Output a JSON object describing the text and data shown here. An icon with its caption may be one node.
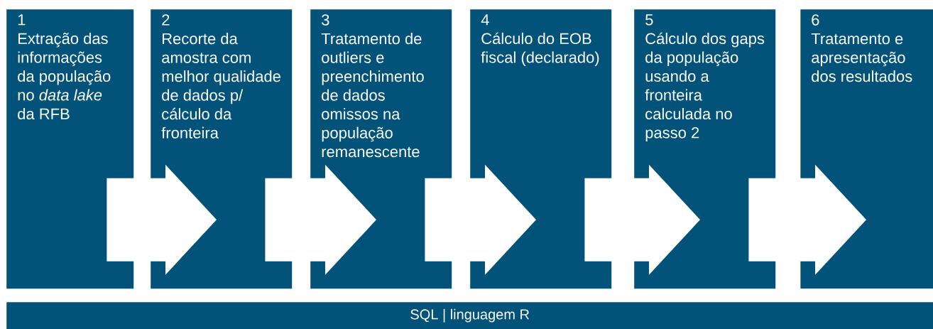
{
  "diagram": {
    "nodes": [
      {
        "text": [
          "1",
          "Extração das informações da população no *data lake* da RFB"
        ]
      },
      {
        "text": [
          "2",
          "Recorte da amostra com melhor qualidade de dados p/ cálculo da fronteira"
        ]
      },
      {
        "text": [
          "3",
          "Tratamento de outliers e preenchimento de dados omissos na população remanescente"
        ]
      },
      {
        "text": [
          "4",
          "Cálculo do EOB fiscal (declarado)"
        ]
      },
      {
        "text": [
          "5",
          "Cálculo dos gaps da população usando a fronteira calculada no passo 2"
        ]
      },
      {
        "text": [
          "6",
          "Tratamento e apresentação dos resultados"
        ]
      },
      {
        "text": [
          "SQL | linguagem R"
        ]
      }
    ],
    "edges": [
      {
        "from": 0,
        "to": 1,
        "arrow": "to"
      },
      {
        "from": 1,
        "to": 2,
        "arrow": "to"
      },
      {
        "from": 2,
        "to": 3,
        "arrow": "to"
      },
      {
        "from": 3,
        "to": 4,
        "arrow": "to"
      },
      {
        "from": 4,
        "to": 5,
        "arrow": "to"
      }
    ]
  }
}
